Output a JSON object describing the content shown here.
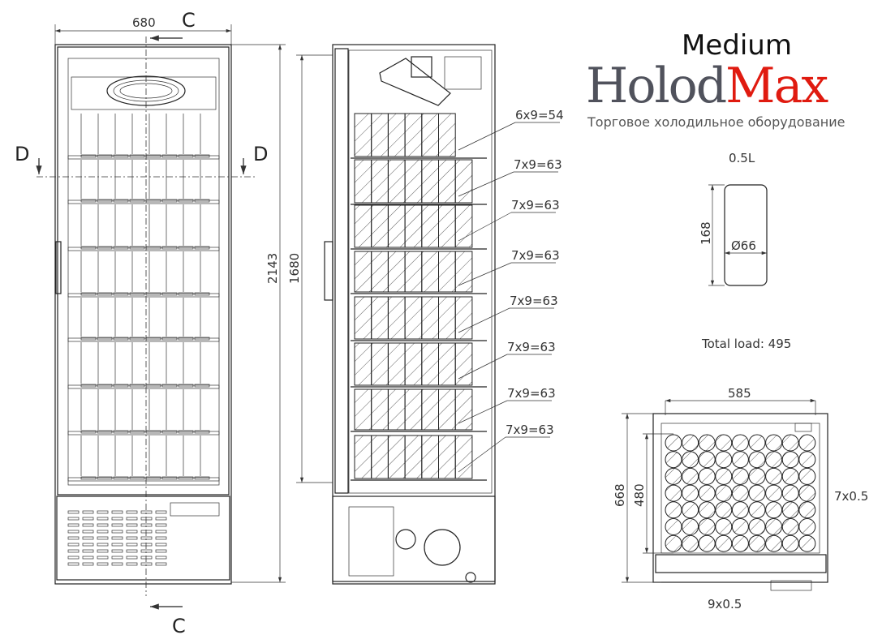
{
  "logo": {
    "brand_a": "Holod",
    "brand_b": "Max",
    "model": "Medium",
    "tagline": "Торговое холодильное оборудование"
  },
  "colors": {
    "brand_grey": "#50525c",
    "brand_red": "#e01b10"
  },
  "front_view": {
    "width_dim": "680",
    "height_dim": "2143",
    "section_c": "C",
    "section_d": "D"
  },
  "side_view": {
    "inner_height_dim": "1680",
    "shelf_labels": [
      "6x9=54",
      "7x9=63",
      "7x9=63",
      "7x9=63",
      "7x9=63",
      "7x9=63",
      "7x9=63",
      "7x9=63"
    ]
  },
  "bottle": {
    "label": "0.5L",
    "height_dim": "168",
    "diameter_dim": "Ø66"
  },
  "total_load": "Total load: 495",
  "top_view": {
    "width_dim": "585",
    "depth_dim": "668",
    "inner_depth_dim": "480",
    "rows_label": "7x0.5",
    "cols_label": "9x0.5",
    "rows": 7,
    "cols": 9
  }
}
